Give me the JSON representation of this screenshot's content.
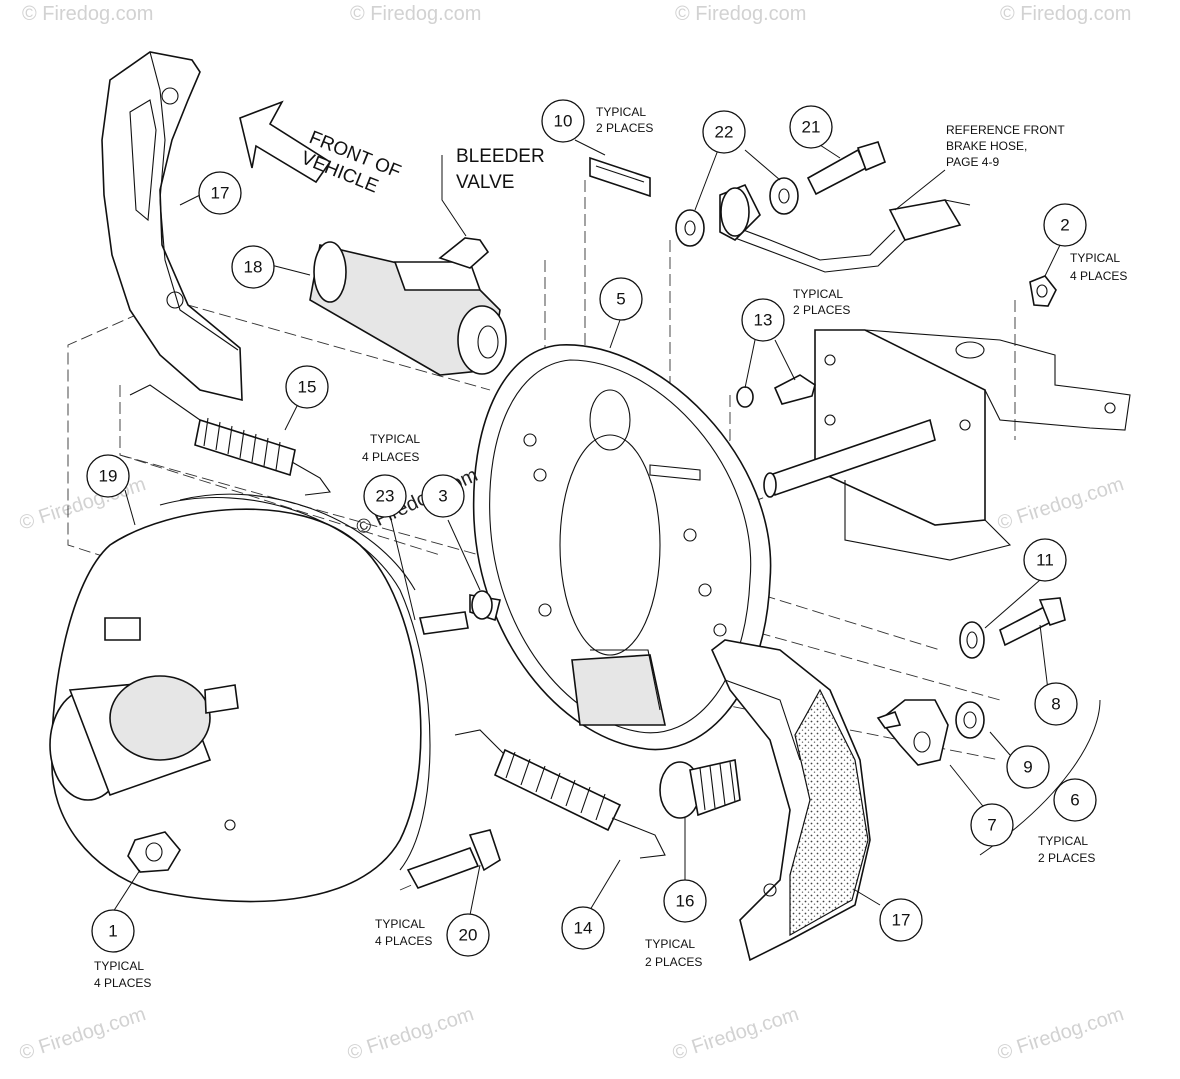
{
  "watermark": {
    "text": "© Firedog.com",
    "center_text": "© Firedog.com"
  },
  "labels": {
    "bleeder_valve": [
      "BLEEDER",
      "VALVE"
    ],
    "front_of_vehicle": [
      "FRONT OF",
      "VEHICLE"
    ],
    "reference_front_brake_hose": [
      "REFERENCE FRONT",
      "BRAKE HOSE,",
      "PAGE 4-9"
    ],
    "typical_2_places_10": [
      "TYPICAL",
      "2 PLACES"
    ],
    "typical_4_places_2": [
      "TYPICAL",
      "4 PLACES"
    ],
    "typical_2_places_13": [
      "TYPICAL",
      "2 PLACES"
    ],
    "typical_4_places_center": [
      "TYPICAL",
      "4 PLACES"
    ],
    "typical_4_places_1": [
      "TYPICAL",
      "4 PLACES"
    ],
    "typical_4_places_20": [
      "TYPICAL",
      "4 PLACES"
    ],
    "typical_2_places_16": [
      "TYPICAL",
      "2 PLACES"
    ],
    "typical_2_places_6": [
      "TYPICAL",
      "2 PLACES"
    ]
  },
  "callouts": {
    "c17_top": "17",
    "c18": "18",
    "c15": "15",
    "c19": "19",
    "c10": "10",
    "c22": "22",
    "c21": "21",
    "c2": "2",
    "c5": "5",
    "c13": "13",
    "c23": "23",
    "c3": "3",
    "c11": "11",
    "c8": "8",
    "c9": "9",
    "c6": "6",
    "c7": "7",
    "c1": "1",
    "c20": "20",
    "c14": "14",
    "c16": "16",
    "c17_bottom": "17"
  }
}
